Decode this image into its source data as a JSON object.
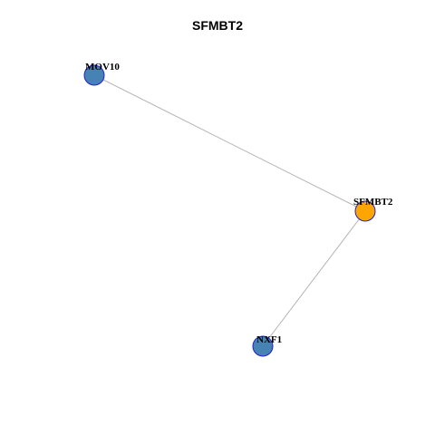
{
  "title": "SFMBT2",
  "colors": {
    "background": "#ffffff",
    "edge": "#b3b3b3",
    "node_stroke": "#1f1fd1",
    "node_fill_default": "#4682b4",
    "node_fill_focus": "#ffa500"
  },
  "network": {
    "nodes": [
      {
        "id": "MOV10",
        "label": "MOV10",
        "fill": "#4682b4"
      },
      {
        "id": "SFMBT2",
        "label": "SFMBT2",
        "fill": "#ffa500"
      },
      {
        "id": "NXF1",
        "label": "NXF1",
        "fill": "#4682b4"
      }
    ],
    "edges": [
      {
        "source": "MOV10",
        "target": "SFMBT2"
      },
      {
        "source": "SFMBT2",
        "target": "NXF1"
      }
    ]
  }
}
